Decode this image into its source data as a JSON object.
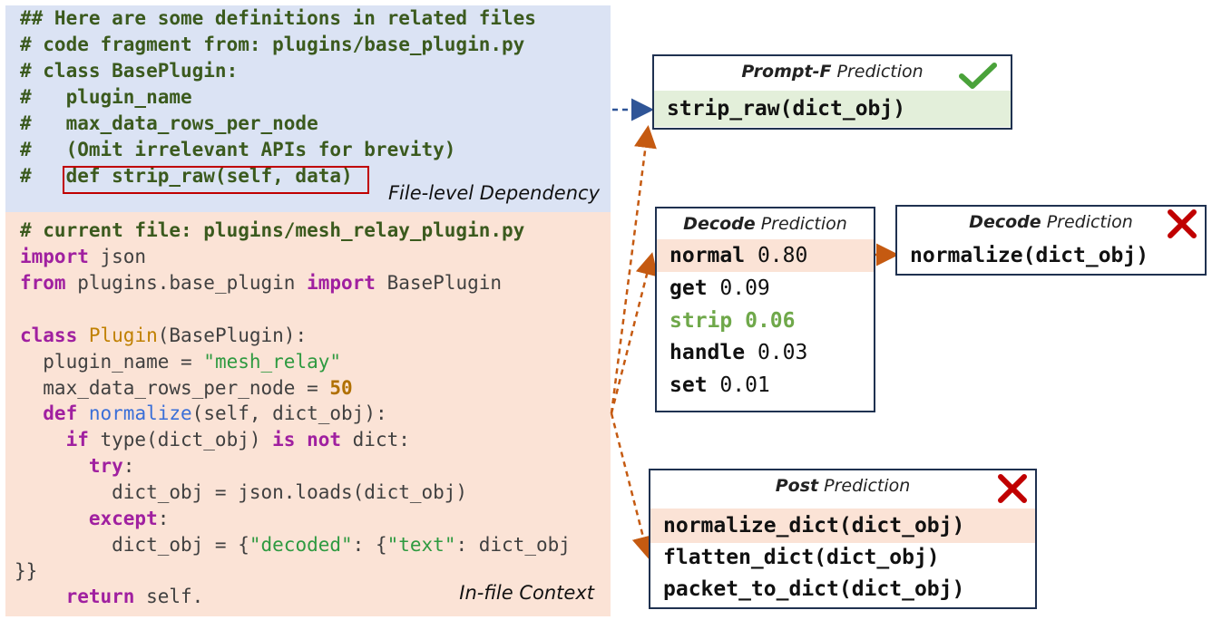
{
  "dependency": {
    "lines": [
      "## Here are some definitions in related files",
      "# code fragment from: plugins/base_plugin.py",
      "# class BasePlugin:",
      "#   plugin_name",
      "#   max_data_rows_per_node",
      "#   (Omit irrelevant APIs for brevity)",
      "#   def strip_raw(self, data)"
    ],
    "caption": "File-level Dependency"
  },
  "context": {
    "header": "# current file: plugins/mesh_relay_plugin.py",
    "import1_kw": "import",
    "import1_rest": " json",
    "import2_kw1": "from",
    "import2_mid": " plugins.base_plugin ",
    "import2_kw2": "import",
    "import2_rest": " BasePlugin",
    "class_kw": "class",
    "class_name": "Plugin",
    "class_rest": "(BasePlugin):",
    "attr1_name": "  plugin_name = ",
    "attr1_val": "\"mesh_relay\"",
    "attr2_name": "  max_data_rows_per_node = ",
    "attr2_val": "50",
    "def_kw": "  def",
    "def_name": "normalize",
    "def_rest": "(self, dict_obj):",
    "if_kw": "    if",
    "if_mid": " type(dict_obj) ",
    "if_kw2": "is not",
    "if_rest": " dict:",
    "try_kw": "      try",
    "try_rest": ":",
    "assign1": "        dict_obj = json.loads(dict_obj)",
    "except_kw": "      except",
    "except_rest": ":",
    "assign2_a": "        dict_obj = {",
    "assign2_s1": "\"decoded\"",
    "assign2_b": ": {",
    "assign2_s2": "\"text\"",
    "assign2_c": ": dict_obj",
    "close": "}}",
    "return_kw": "    return",
    "return_rest": " self.",
    "caption": "In-file Context"
  },
  "prompt_f": {
    "strategy": "Prompt-F",
    "word": "Prediction",
    "status": "check-icon",
    "rows": [
      {
        "name": "strip_raw(dict_obj)",
        "score": ""
      }
    ]
  },
  "decode_left": {
    "strategy": "Decode",
    "word": "Prediction",
    "rows": [
      {
        "name": "normal",
        "score": " 0.80"
      },
      {
        "name": "get",
        "score": " 0.09"
      },
      {
        "name": "strip",
        "score": " 0.06"
      },
      {
        "name": "handle",
        "score": " 0.03"
      },
      {
        "name": "set",
        "score": " 0.01"
      }
    ]
  },
  "decode_right": {
    "strategy": "Decode",
    "word": "Prediction",
    "status": "cross-icon",
    "rows": [
      {
        "name": "normalize(dict_obj)",
        "score": ""
      }
    ]
  },
  "post": {
    "strategy": "Post",
    "word": "Prediction",
    "status": "cross-icon",
    "rows": [
      {
        "name": "normalize_dict(dict_obj)",
        "score": ""
      },
      {
        "name": "flatten_dict(dict_obj)",
        "score": ""
      },
      {
        "name": "packet_to_dict(dict_obj)",
        "score": ""
      }
    ]
  },
  "colors": {
    "dependency_bg": "#dbe3f4",
    "context_bg": "#fbe3d6",
    "arrow_blue": "#2f5597",
    "arrow_orange": "#c55a11",
    "check_green": "#4aa23a",
    "cross_red": "#c00000"
  }
}
